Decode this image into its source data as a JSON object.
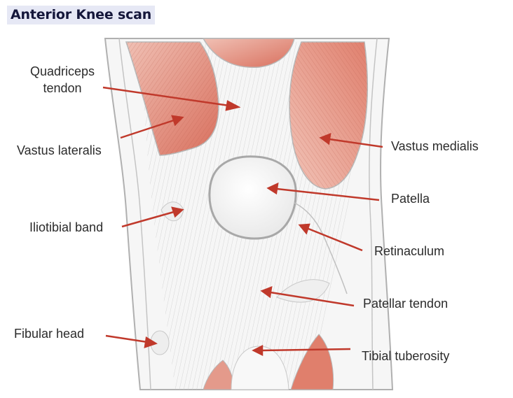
{
  "title": "Anterior Knee scan",
  "labels": {
    "quadriceps_tendon_line1": "Quadriceps",
    "quadriceps_tendon_line2": "tendon",
    "vastus_lateralis": "Vastus lateralis",
    "vastus_medialis": "Vastus medialis",
    "patella": "Patella",
    "iliotibial_band": "Iliotibial band",
    "retinaculum": "Retinaculum",
    "patellar_tendon": "Patellar tendon",
    "fibular_head": "Fibular head",
    "tibial_tuberosity": "Tibial tuberosity"
  },
  "colors": {
    "muscle": "#e8a293",
    "muscle_dark": "#d9705e",
    "tendon": "#f4f4f4",
    "outline": "#b8b8b8",
    "arrow": "#c0392b",
    "title_bg": "#e6e8f5"
  }
}
